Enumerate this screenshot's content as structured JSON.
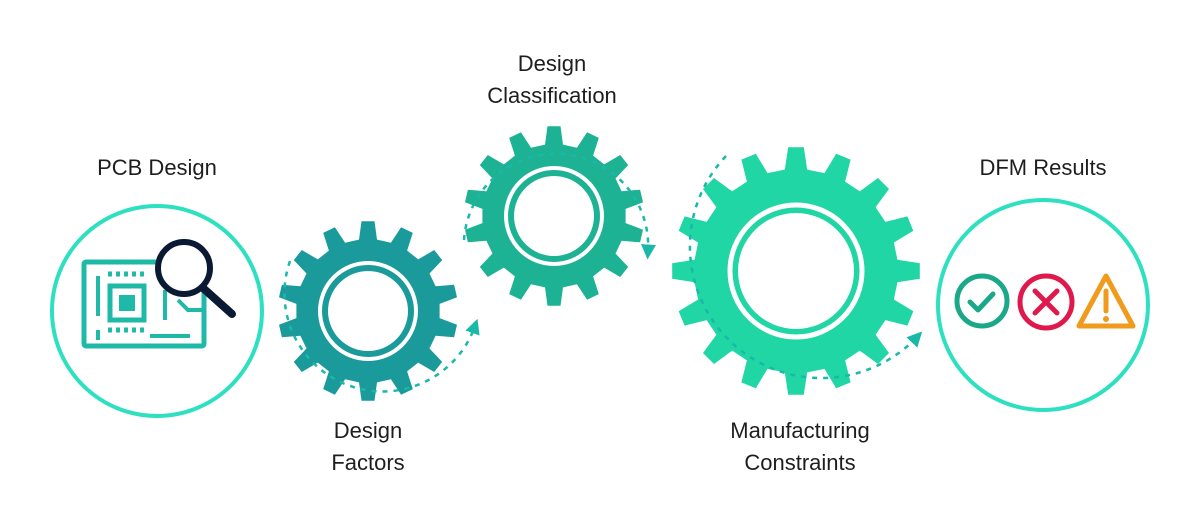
{
  "stages": [
    {
      "label": "PCB Design",
      "kind": "icon-circle"
    },
    {
      "label_line1": "Design",
      "label_line2": "Factors",
      "kind": "gear"
    },
    {
      "label_line1": "Design",
      "label_line2": "Classification",
      "kind": "gear"
    },
    {
      "label_line1": "Manufacturing",
      "label_line2": "Constraints",
      "kind": "gear"
    },
    {
      "label": "DFM Results",
      "kind": "icon-circle"
    }
  ],
  "icons": [
    "pcb-chip-icon",
    "magnifier-icon",
    "check-icon",
    "cross-icon",
    "warning-icon"
  ],
  "colors": {
    "ring": "#2de0c0",
    "pcb": "#1fb9a8",
    "magnifier": "#0b1a33",
    "gear_factors": "#1a9a9a",
    "gear_classification": "#1db294",
    "gear_constraints": "#1fd6a4",
    "arrow": "#1ab8a8",
    "check": "#1aa888",
    "cross": "#e0194d",
    "warning": "#f09a1e"
  }
}
